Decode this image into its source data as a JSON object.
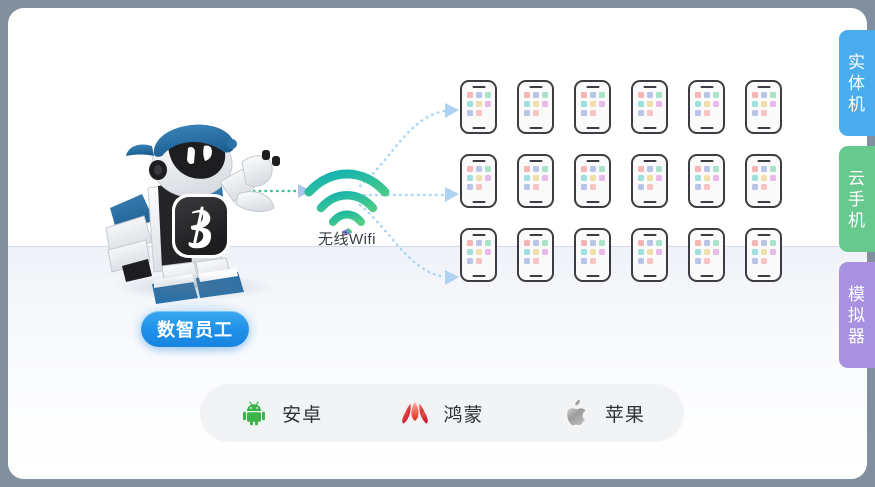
{
  "page": {
    "background_color": "#828f9e",
    "card_color": "#ffffff"
  },
  "robot": {
    "name": "digital-employee-robot",
    "cap_color": "#1f6fa8",
    "body_color": "#f2f2f2",
    "accent_color": "#2e7cb8",
    "badge_glyph": "Z"
  },
  "badge": {
    "label": "数智员工",
    "background_color": "#1f90e8",
    "text_color": "#ffffff"
  },
  "wifi": {
    "label": "无线Wifi",
    "arc_color_start": "#15b3a6",
    "arc_color_end": "#3fc48f",
    "dot_color": "#7a7ae0"
  },
  "connectors": {
    "robot_to_wifi_color": "#3fbf8f",
    "wifi_to_phones_color": "#a8d4f5",
    "arrow_color": "#a8cdf0",
    "count": 3
  },
  "phones": {
    "rows": 3,
    "per_row": 6,
    "outline_color": "#3c3c42",
    "screen_color": "#fafafa",
    "app_colors": [
      [
        "#f5b5b5",
        "#b9c5e8",
        "#a9e3c8"
      ],
      [
        "#9fe0de",
        "#f0dfa8",
        "#e9b9ea"
      ],
      [
        "#b9c5e8",
        "#f7c3c3",
        "transparent"
      ]
    ]
  },
  "os_bar": {
    "background_color": "#f2f3f5",
    "items": [
      {
        "icon": "android-icon",
        "label": "安卓",
        "color": "#3ab54a"
      },
      {
        "icon": "huawei-harmony-icon",
        "label": "鸿蒙",
        "color": "#e2231a"
      },
      {
        "icon": "apple-icon",
        "label": "苹果",
        "color": "#9a9a9a"
      }
    ]
  },
  "side_tabs": [
    {
      "name": "physical-device",
      "label": "实体机",
      "chars": [
        "实",
        "体",
        "机"
      ],
      "color": "#4aaced"
    },
    {
      "name": "cloud-phone",
      "label": "云手机",
      "chars": [
        "云",
        "手",
        "机"
      ],
      "color": "#68c98e"
    },
    {
      "name": "emulator",
      "label": "模拟器",
      "chars": [
        "模",
        "拟",
        "器"
      ],
      "color": "#a791e0"
    }
  ]
}
